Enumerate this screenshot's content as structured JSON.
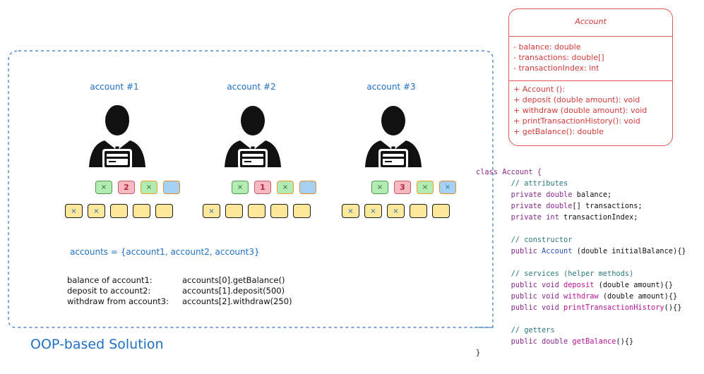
{
  "accounts": [
    {
      "title": "account #1",
      "balance_boxes": [
        {
          "t": "×",
          "c": "green"
        },
        {
          "t": "2",
          "c": "pink"
        },
        {
          "t": "×",
          "c": "greenO"
        },
        {
          "t": "",
          "c": "blue"
        }
      ],
      "trans_boxes": [
        "×",
        "×",
        "",
        "",
        ""
      ]
    },
    {
      "title": "account #2",
      "balance_boxes": [
        {
          "t": "×",
          "c": "green"
        },
        {
          "t": "1",
          "c": "pink"
        },
        {
          "t": "×",
          "c": "greenO"
        },
        {
          "t": "",
          "c": "blue"
        }
      ],
      "trans_boxes": [
        "×",
        "",
        "",
        "",
        ""
      ]
    },
    {
      "title": "account #3",
      "balance_boxes": [
        {
          "t": "×",
          "c": "green"
        },
        {
          "t": "3",
          "c": "pink"
        },
        {
          "t": "×",
          "c": "greenO"
        },
        {
          "t": "×",
          "c": "blue"
        }
      ],
      "trans_boxes": [
        "×",
        "×",
        "×",
        "",
        ""
      ]
    }
  ],
  "accounts_line": "accounts = {account1, account2, account3}",
  "operations": [
    {
      "label": "balance of account1:",
      "code": "accounts[0].getBalance()"
    },
    {
      "label": "deposit to account2:",
      "code": "accounts[1].deposit(500)"
    },
    {
      "label": "withdraw from account3:",
      "code": "accounts[2].withdraw(250)"
    }
  ],
  "solution_title": "OOP-based Solution",
  "uml": {
    "class_name": "Account",
    "attributes": [
      "- balance: double",
      "- transactions: double[]",
      "- transactionIndex: int"
    ],
    "methods": [
      "+ Account ():",
      "+ deposit (double amount): void",
      "+ withdraw (double amount): void",
      "+ printTransactionHistory(): void",
      "+ getBalance(): double"
    ]
  },
  "code": {
    "l1": "class Account {",
    "l2": "// attributes",
    "l3a": "private",
    "l3b": "double",
    "l3c": "balance;",
    "l4a": "private",
    "l4b": "double",
    "l4c": "[] transactions;",
    "l5a": "private",
    "l5b": "int",
    "l5c": "transactionIndex;",
    "l6": "// constructor",
    "l7a": "public",
    "l7b": "Account",
    "l7c": "(double initialBalance){}",
    "l8": "// services (helper methods)",
    "l9a": "public",
    "l9b": "void",
    "l9c": "deposit",
    "l9d": "(double amount){}",
    "l10a": "public",
    "l10b": "void",
    "l10c": "withdraw",
    "l10d": "(double amount){}",
    "l11a": "public",
    "l11b": "void",
    "l11c": "printTransactionHistory",
    "l11d": "(){}",
    "l12": "// getters",
    "l13a": "public",
    "l13b": "double",
    "l13c": "getBalance",
    "l13d": "(){}",
    "l14": "}"
  },
  "colors": {
    "accent_blue": "#1f6fc4",
    "uml_red": "#d33a3a"
  }
}
